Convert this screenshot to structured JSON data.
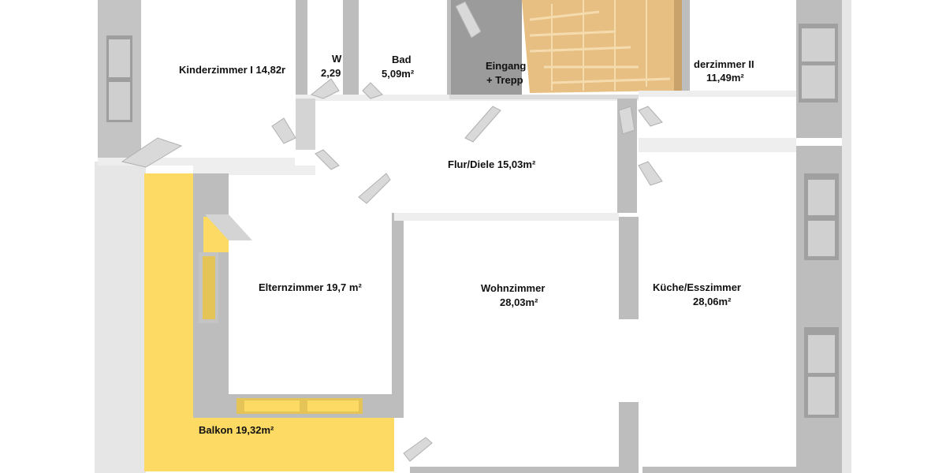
{
  "floorplan": {
    "rooms": [
      {
        "name": "Kinderzimmer I 14,82r",
        "area": ""
      },
      {
        "name": "W",
        "area": "2,29"
      },
      {
        "name": "Bad",
        "area": "5,09m²"
      },
      {
        "name": "Eingang",
        "area": "+ Trepp"
      },
      {
        "name": "derzimmer II",
        "area": "11,49m²"
      },
      {
        "name": "Flur/Diele 15,03m²",
        "area": ""
      },
      {
        "name": "Elternzimmer 19,7 m²",
        "area": ""
      },
      {
        "name": "Wohnzimmer",
        "area": "28,03m²"
      },
      {
        "name": "Küche/Esszimmer",
        "area": "28,06m²"
      },
      {
        "name": "Balkon 19,32m²",
        "area": ""
      }
    ]
  },
  "colors": {
    "wall": "#bdbdbd",
    "wall_light": "#d9d9d9",
    "wall_top": "#eeeeee",
    "floor": "#ffffff",
    "balcony": "#fcda64",
    "stairs": "#e8bf82",
    "stairs_line": "#f5dcae",
    "outside": "#e6e6e6"
  }
}
